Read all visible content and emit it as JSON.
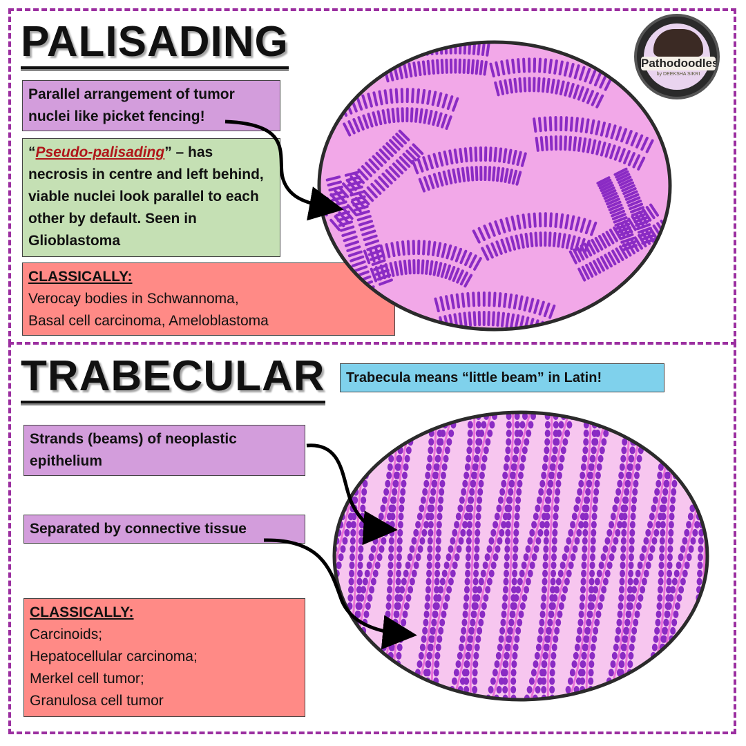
{
  "colors": {
    "frame": "#9b2fa0",
    "purple_box": "#d39ddc",
    "green_box": "#c5e0b4",
    "red_box": "#ff8a86",
    "blue_box": "#7fd1ec",
    "tissue_pink": "#f2a8e8",
    "nuclei_purple": "#8a2bc4"
  },
  "logo": {
    "name": "Pathodoodles",
    "byline": "by DEEKSHA SIKRI"
  },
  "palisading": {
    "heading": "PALISADING",
    "definition": "Parallel arrangement of tumor nuclei like picket fencing!",
    "pseudo_open_quote": "“",
    "pseudo_term": "Pseudo-palisading",
    "pseudo_rest": "” – has necrosis in centre and left behind, viable nuclei look parallel to each other by default. Seen in Glioblastoma",
    "classically_title": "CLASSICALLY:",
    "classically_lines": [
      "Verocay bodies in Schwannoma,",
      "Basal cell carcinoma, Ameloblastoma"
    ]
  },
  "trabecular": {
    "heading": "TRABECULAR",
    "latin_note": "Trabecula means “little beam” in Latin!",
    "strands": "Strands (beams) of neoplastic epithelium",
    "separated": "Separated by connective tissue",
    "classically_title": "CLASSICALLY:",
    "classically_lines": [
      "Carcinoids;",
      "Hepatocellular carcinoma;",
      "Merkel cell tumor;",
      "Granulosa cell tumor"
    ]
  }
}
